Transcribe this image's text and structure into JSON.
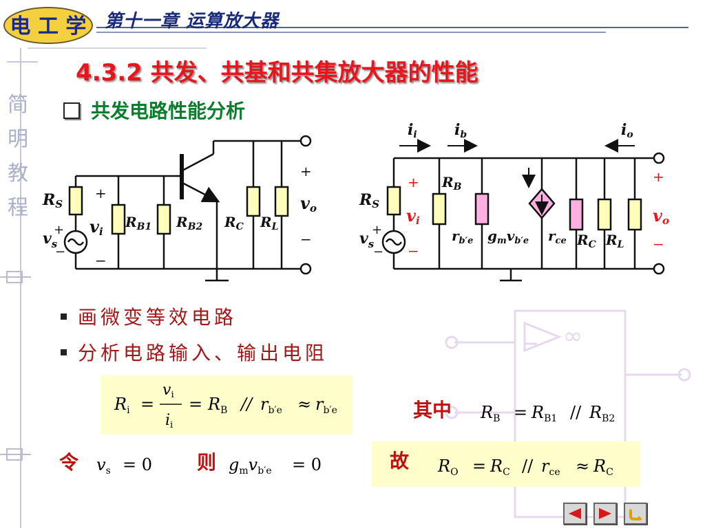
{
  "header": {
    "logo_text": "电 工 学",
    "chapter_title": "第十一章  运算放大器"
  },
  "sidebar": {
    "vertical_text": [
      "简",
      "明",
      "教",
      "程"
    ]
  },
  "section_title": "4.3.2  共发、共基和共集放大器的性能",
  "subsection_title": "共发电路性能分析",
  "circuit_left": {
    "labels": {
      "rs": "R",
      "rs_sub": "S",
      "vs": "v",
      "vs_sub": "s",
      "vi": "v",
      "vi_sub": "i",
      "rb1": "R",
      "rb1_sub": "B1",
      "rb2": "R",
      "rb2_sub": "B2",
      "rc": "R",
      "rc_sub": "C",
      "rl": "R",
      "rl_sub": "L",
      "vo": "v",
      "vo_sub": "o",
      "plus": "+",
      "minus": "−"
    }
  },
  "circuit_right": {
    "labels": {
      "ii": "i",
      "ii_sub": "i",
      "ib": "i",
      "ib_sub": "b",
      "io": "i",
      "io_sub": "o",
      "rs": "R",
      "rs_sub": "S",
      "vs": "v",
      "vs_sub": "s",
      "vi": "v",
      "vi_sub": "i",
      "rb": "R",
      "rb_sub": "B",
      "rbe": "r",
      "rbe_sub": "b′e",
      "gm": "g",
      "gm_sub": "m",
      "gm_v": "v",
      "gm_v_sub": "b′e",
      "rce": "r",
      "rce_sub": "ce",
      "rc": "R",
      "rc_sub": "C",
      "rl": "R",
      "rl_sub": "L",
      "vo": "v",
      "vo_sub": "o",
      "plus": "+",
      "minus": "−"
    }
  },
  "bullets": [
    "画微变等效电路",
    "分析电路输入、输出电阻"
  ],
  "equations": {
    "ri": {
      "R": "R",
      "R_sub": "i",
      "eq": "=",
      "num": "v",
      "num_sub": "i",
      "den": "i",
      "den_sub": "i",
      "eq2": "=",
      "RB": "R",
      "RB_sub": "B",
      "par": "//",
      "r1": "r",
      "r1_sub": "b′e",
      "approx": "≈",
      "r2": "r",
      "r2_sub": "b′e"
    },
    "rb_note": {
      "prefix": "其中",
      "R": "R",
      "R_sub": "B",
      "eq": "=",
      "R1": "R",
      "R1_sub": "B1",
      "par": "//",
      "R2": "R",
      "R2_sub": "B2"
    },
    "let": {
      "prefix": "令",
      "v": "v",
      "v_sub": "s",
      "eq": "= 0"
    },
    "then": {
      "prefix": "则",
      "g": "g",
      "g_sub": "m",
      "v": "v",
      "v_sub": "b′e",
      "eq": "= 0"
    },
    "ro": {
      "prefix": "故",
      "R": "R",
      "R_sub": "O",
      "eq": "=",
      "RC": "R",
      "RC_sub": "C",
      "par": "//",
      "rce": "r",
      "rce_sub": "ce",
      "approx": "≈",
      "RC2": "R",
      "RC2_sub": "C"
    }
  },
  "nav": {
    "prev": "prev-icon",
    "next": "next-icon",
    "return": "return-icon"
  },
  "colors": {
    "title_red": "#e8161c",
    "subtitle_green": "#0a7d2a",
    "bullet_red": "#a01818",
    "resistor_fill": "#ffffbb",
    "resistor_pink": "#ffb0e0",
    "eq_box": "#ffffcc"
  }
}
